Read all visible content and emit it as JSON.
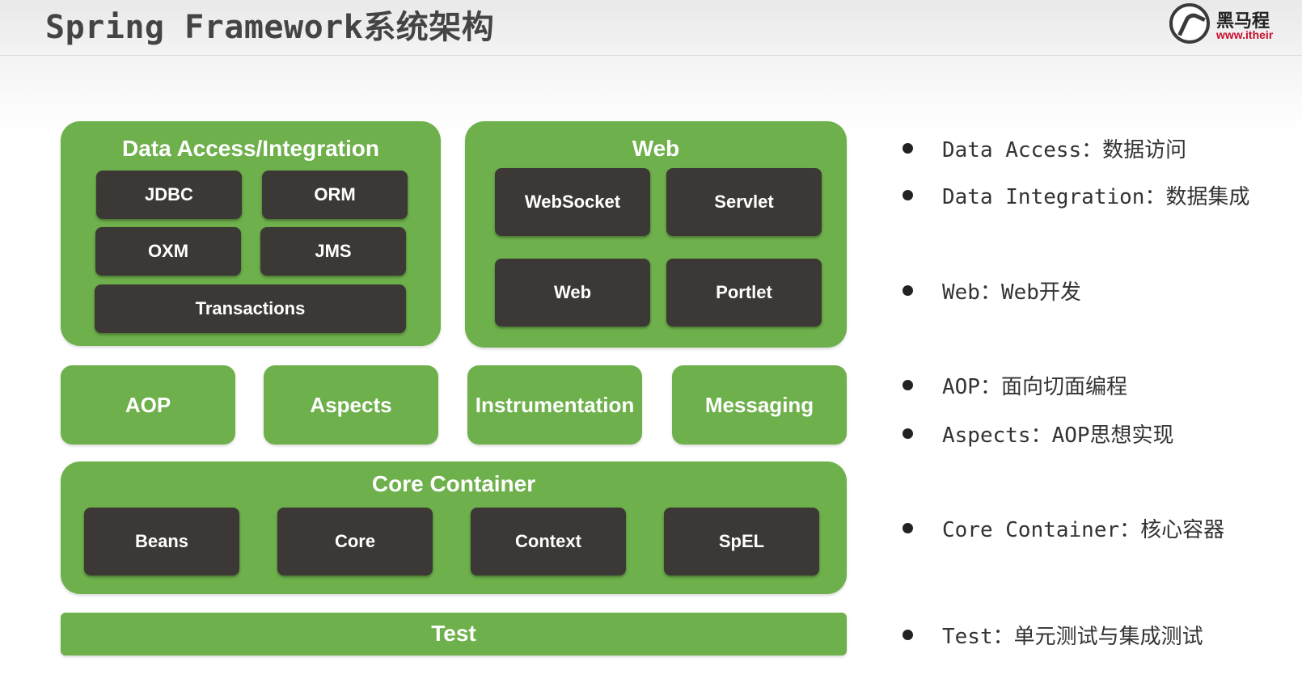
{
  "header": {
    "title": "Spring Framework系统架构",
    "logo_name": "黑马程",
    "logo_url": "www.itheir"
  },
  "diagram": {
    "data_access": {
      "title": "Data Access/Integration",
      "modules": [
        "JDBC",
        "ORM",
        "OXM",
        "JMS",
        "Transactions"
      ]
    },
    "web": {
      "title": "Web",
      "modules": [
        "WebSocket",
        "Servlet",
        "Web",
        "Portlet"
      ]
    },
    "middle": [
      "AOP",
      "Aspects",
      "Instrumentation",
      "Messaging"
    ],
    "core_container": {
      "title": "Core Container",
      "modules": [
        "Beans",
        "Core",
        "Context",
        "SpEL"
      ]
    },
    "test": "Test"
  },
  "notes": [
    "Data Access：数据访问",
    "Data Integration：数据集成",
    "Web：Web开发",
    "AOP：面向切面编程",
    "Aspects：AOP思想实现",
    "Core Container：核心容器",
    "Test：单元测试与集成测试"
  ],
  "colors": {
    "module_green": "#6eb04b",
    "module_dark": "#3b3836",
    "title_text": "#444444"
  }
}
